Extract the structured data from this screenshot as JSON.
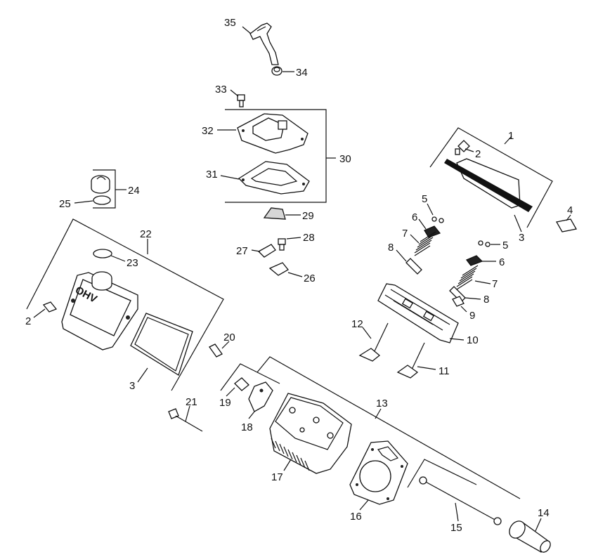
{
  "diagram": {
    "parts": [
      {
        "id": "p1",
        "label": "1",
        "name": "valve-cover-kit-bracket"
      },
      {
        "id": "p2",
        "label": "2",
        "name": "screw-right"
      },
      {
        "id": "p2b",
        "label": "2",
        "name": "screw-left"
      },
      {
        "id": "p3",
        "label": "3",
        "name": "gasket-right"
      },
      {
        "id": "p3b",
        "label": "3",
        "name": "gasket-left"
      },
      {
        "id": "p4",
        "label": "4",
        "name": "bracket-clip"
      },
      {
        "id": "p5",
        "label": "5",
        "name": "keeper-a"
      },
      {
        "id": "p5b",
        "label": "5",
        "name": "keeper-b"
      },
      {
        "id": "p6",
        "label": "6",
        "name": "spring-retainer-a"
      },
      {
        "id": "p6b",
        "label": "6",
        "name": "spring-retainer-b"
      },
      {
        "id": "p7",
        "label": "7",
        "name": "valve-spring-a"
      },
      {
        "id": "p7b",
        "label": "7",
        "name": "valve-spring-b"
      },
      {
        "id": "p8",
        "label": "8",
        "name": "valve-stem-seal-a"
      },
      {
        "id": "p8b",
        "label": "8",
        "name": "valve-stem-seal-b"
      },
      {
        "id": "p9",
        "label": "9",
        "name": "valve-cap"
      },
      {
        "id": "p10",
        "label": "10",
        "name": "cylinder-head-right"
      },
      {
        "id": "p11",
        "label": "11",
        "name": "intake-valve"
      },
      {
        "id": "p12",
        "label": "12",
        "name": "exhaust-valve"
      },
      {
        "id": "p13",
        "label": "13",
        "name": "cylinder-head-kit-bracket"
      },
      {
        "id": "p14",
        "label": "14",
        "name": "tappet"
      },
      {
        "id": "p15",
        "label": "15",
        "name": "push-rod"
      },
      {
        "id": "p16",
        "label": "16",
        "name": "head-gasket"
      },
      {
        "id": "p17",
        "label": "17",
        "name": "cylinder-head"
      },
      {
        "id": "p18",
        "label": "18",
        "name": "rocker-arm"
      },
      {
        "id": "p19",
        "label": "19",
        "name": "rocker-pivot"
      },
      {
        "id": "p20",
        "label": "20",
        "name": "rocker-stud"
      },
      {
        "id": "p21",
        "label": "21",
        "name": "head-bolt"
      },
      {
        "id": "p22",
        "label": "22",
        "name": "valve-cover-kit-left"
      },
      {
        "id": "p23",
        "label": "23",
        "name": "o-ring"
      },
      {
        "id": "p24",
        "label": "24",
        "name": "oil-fill-cap-kit"
      },
      {
        "id": "p25",
        "label": "25",
        "name": "cap-o-ring"
      },
      {
        "id": "p26",
        "label": "26",
        "name": "breather-reed"
      },
      {
        "id": "p27",
        "label": "27",
        "name": "reed-stop"
      },
      {
        "id": "p28",
        "label": "28",
        "name": "reed-screw"
      },
      {
        "id": "p29",
        "label": "29",
        "name": "filter-element"
      },
      {
        "id": "p30",
        "label": "30",
        "name": "breather-kit-bracket"
      },
      {
        "id": "p31",
        "label": "31",
        "name": "breather-gasket"
      },
      {
        "id": "p32",
        "label": "32",
        "name": "breather-cover"
      },
      {
        "id": "p33",
        "label": "33",
        "name": "breather-screw"
      },
      {
        "id": "p34",
        "label": "34",
        "name": "hose-clamp"
      },
      {
        "id": "p35",
        "label": "35",
        "name": "breather-hose"
      }
    ],
    "embossed_text": "OHV"
  },
  "colors": {
    "ink": "#111111",
    "paper": "#ffffff",
    "shade": "#d6d6d6"
  }
}
